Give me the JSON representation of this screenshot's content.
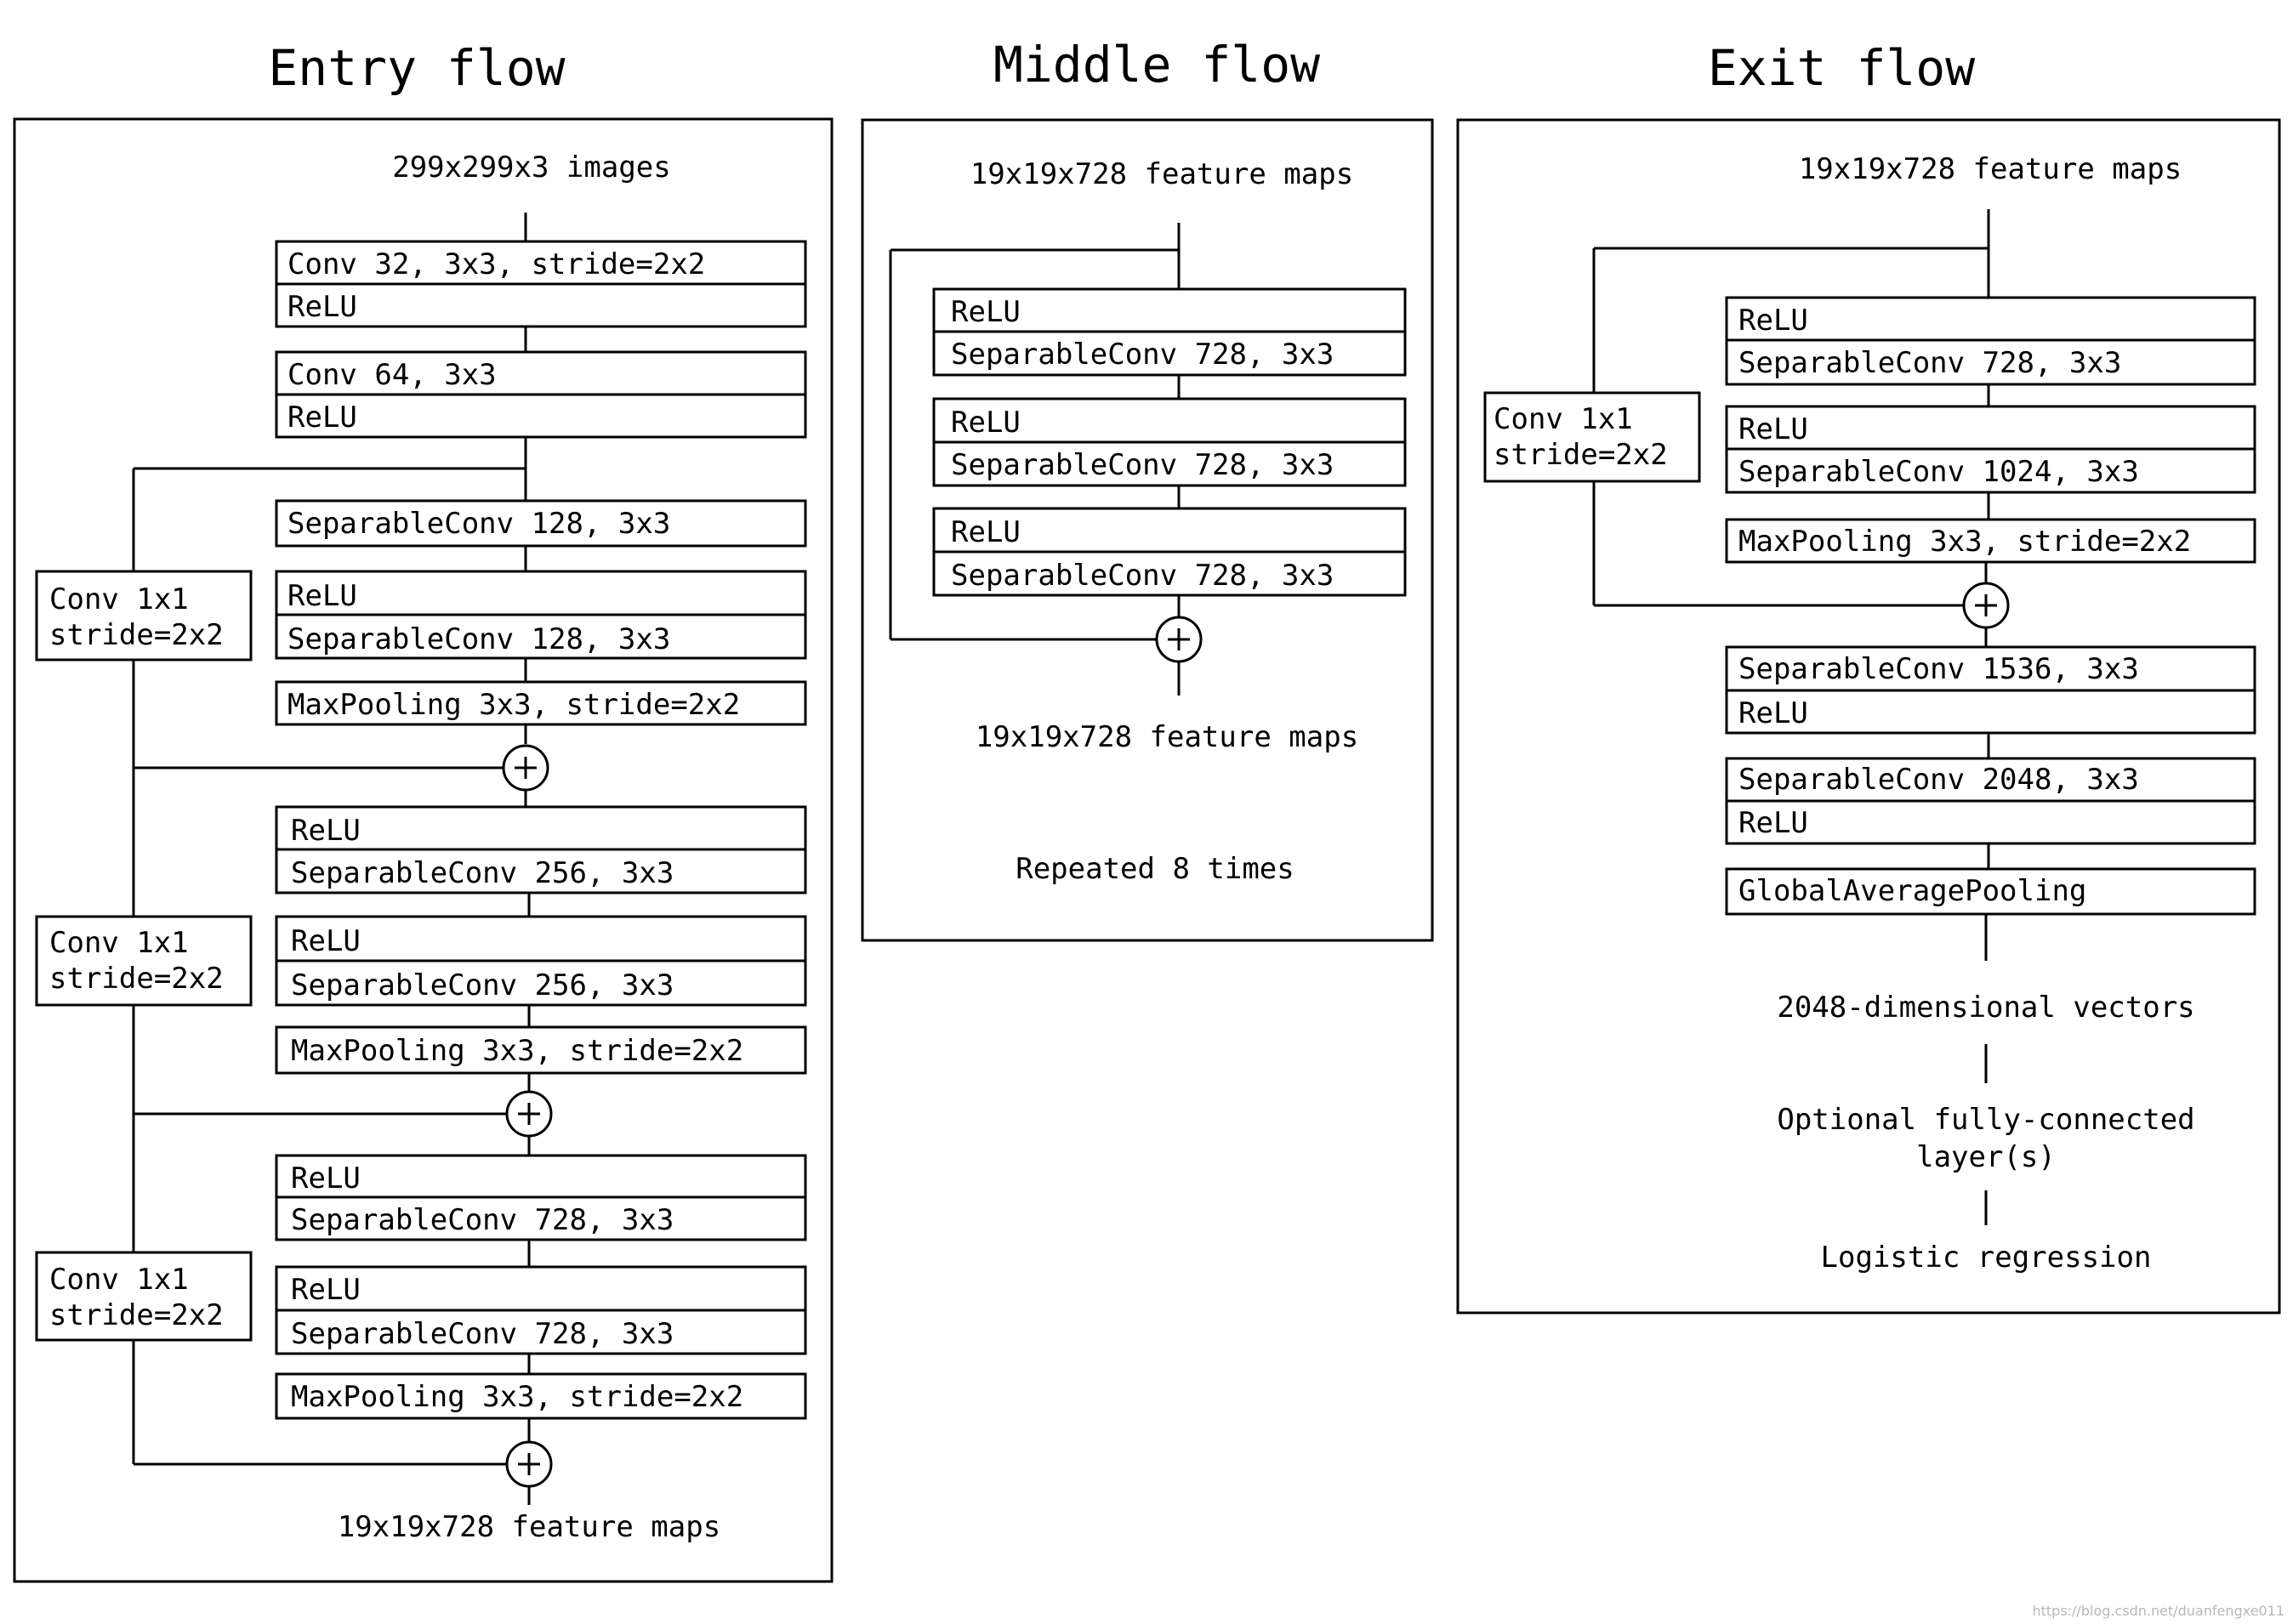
{
  "titles": {
    "entry": "Entry flow",
    "middle": "Middle flow",
    "exit": "Exit flow"
  },
  "entry": {
    "input": "299x299x3 images",
    "conv32": "Conv 32, 3x3, stride=2x2",
    "relu": "ReLU",
    "conv64": "Conv 64, 3x3",
    "sepconv128": "SeparableConv 128, 3x3",
    "sepconv256": "SeparableConv 256, 3x3",
    "sepconv728": "SeparableConv 728, 3x3",
    "maxpool": "MaxPooling 3x3, stride=2x2",
    "skip_line1": "Conv 1x1",
    "skip_line2": "stride=2x2",
    "output": "19x19x728 feature maps"
  },
  "middle": {
    "input": "19x19x728 feature maps",
    "relu": "ReLU",
    "sepconv728": "SeparableConv 728, 3x3",
    "output": "19x19x728 feature maps",
    "repeat_note": "Repeated 8 times"
  },
  "exit": {
    "input": "19x19x728 feature maps",
    "relu": "ReLU",
    "sepconv728": "SeparableConv 728, 3x3",
    "sepconv1024": "SeparableConv 1024, 3x3",
    "maxpool": "MaxPooling 3x3, stride=2x2",
    "skip_line1": "Conv 1x1",
    "skip_line2": "stride=2x2",
    "sepconv1536": "SeparableConv 1536, 3x3",
    "sepconv2048": "SeparableConv 2048, 3x3",
    "gap": "GlobalAveragePooling",
    "vectors": "2048-dimensional vectors",
    "fc_line1": "Optional fully-connected",
    "fc_line2": "layer(s)",
    "logistic": "Logistic regression"
  },
  "plus_symbol": "+",
  "watermark": "https://blog.csdn.net/duanfengxe011"
}
